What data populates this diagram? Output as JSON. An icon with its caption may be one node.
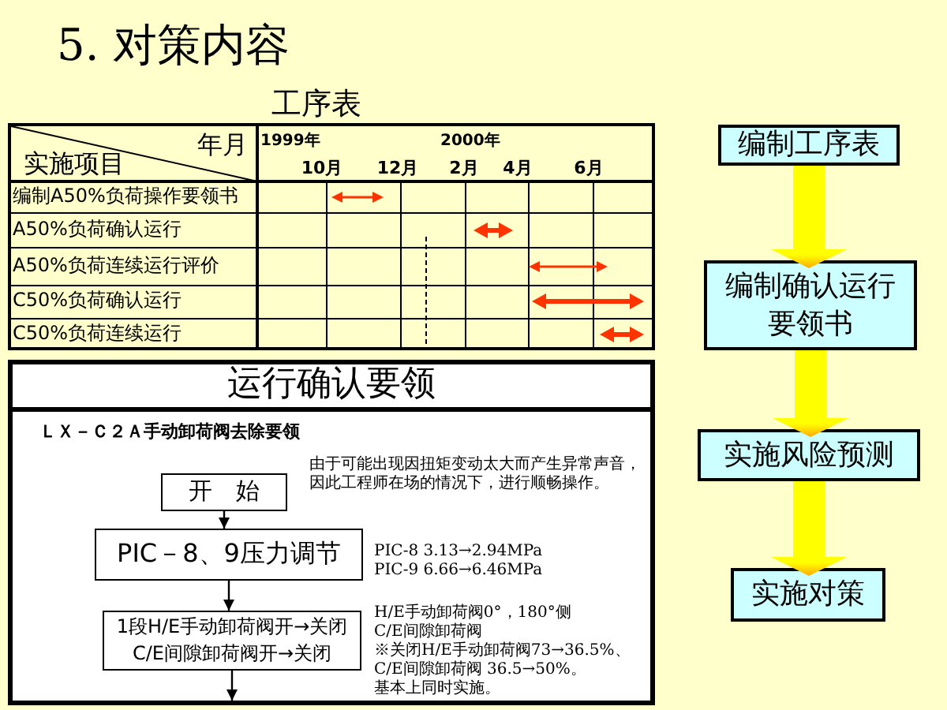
{
  "diagram": {
    "title": "5. 对策内容",
    "nodes": [
      {
        "text": [
          "编制工序表"
        ]
      },
      {
        "text": [
          "编制确认运行要领书"
        ]
      },
      {
        "text": [
          "实施风险预测"
        ]
      },
      {
        "text": [
          "实施对策"
        ]
      },
      {
        "text": [
          "运行确认要领",
          "ＬＸ－Ｃ２Ａ手动卸荷阀去除要领"
        ]
      },
      {
        "text": [
          "开　始"
        ],
        "in": 4,
        "beside": [
          "由于可能出现因扭矩变动太大而产生异常声音，因此工程师在场的情况下，进行顺畅操作。"
        ]
      },
      {
        "text": [
          "PIC－8、9压力调节"
        ],
        "in": 4,
        "beside": [
          "PIC-8 3.13→2.94MPa",
          "PIC-9 6.66→6.46MPa"
        ]
      },
      {
        "text": [
          "1段H/E手动卸荷阀开→关闭",
          "C/E间隙卸荷阀开→关闭"
        ],
        "in": 4,
        "beside": [
          "H/E手动卸荷阀0°，180°侧",
          "C/E间隙卸荷阀",
          "※关闭H/E手动卸荷阀73→36.5%、C/E间隙卸荷阀 36.5→50%。",
          "基本上同时实施。"
        ]
      }
    ],
    "edges": [
      {
        "from": 0,
        "to": 1,
        "arrow": "to",
        "style": "thick",
        "color": "#ffff00"
      },
      {
        "from": 1,
        "to": 2,
        "arrow": "to",
        "style": "thick",
        "color": "#ffff00"
      },
      {
        "from": 2,
        "to": 3,
        "arrow": "to",
        "style": "thick",
        "color": "#ffff00"
      },
      {
        "from": 5,
        "to": 6,
        "arrow": "to",
        "color": "#000000"
      },
      {
        "from": 6,
        "to": 7,
        "arrow": "to",
        "color": "#000000"
      },
      {
        "from": 7,
        "to": null,
        "arrow": "to",
        "color": "#000000"
      }
    ],
    "labels": [
      "工序表",
      "年月",
      "实施项目",
      "1999年",
      "2000年",
      "10月",
      "12月",
      "2月",
      "4月",
      "6月",
      "编制A50%负荷操作要领书",
      "A50%负荷确认运行",
      "A50%负荷连续运行评价",
      "C50%负荷确认运行",
      "C50%负荷连续运行"
    ]
  }
}
